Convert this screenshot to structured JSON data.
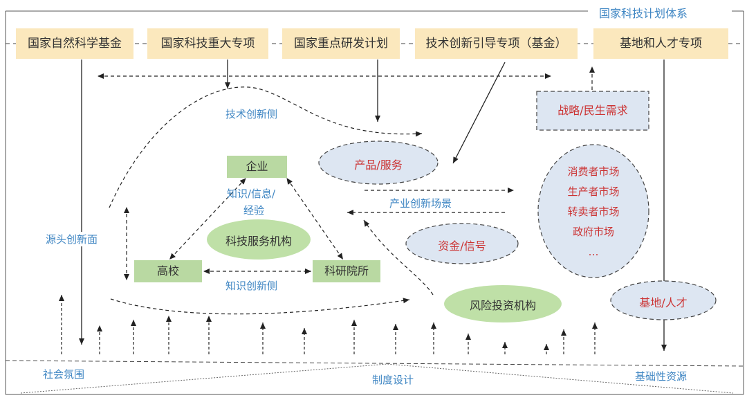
{
  "frame": {
    "title": "国家科技计划体系"
  },
  "top_programs": [
    {
      "label": "国家自然科学基金"
    },
    {
      "label": "国家科技重大专项"
    },
    {
      "label": "国家重点研发计划"
    },
    {
      "label": "技术创新引导专项（基金）"
    },
    {
      "label": "基地和人才专项"
    }
  ],
  "strategy_box": {
    "label": "战略/民生需求"
  },
  "sides": {
    "tech_innovation": "技术创新侧",
    "knowledge_innovation": "知识创新侧",
    "source_innovation": "源头创新面",
    "industry_scene": "产业创新场景"
  },
  "actors": {
    "enterprise": "企业",
    "university": "高校",
    "research_institute": "科研院所",
    "service_org": "科技服务机构",
    "vc_org": "风险投资机构"
  },
  "knowledge_flow": {
    "line1": "知识/信息/",
    "line2": "经验"
  },
  "ellipses": {
    "product_service": "产品/服务",
    "funds_signal": "资金/信号",
    "base_talent": "基地/人才"
  },
  "markets": [
    "消费者市场",
    "生产者市场",
    "转卖者市场",
    "政府市场",
    "…"
  ],
  "bottom": {
    "social": "社会氛围",
    "institution": "制度设计",
    "resources": "基础性资源"
  },
  "colors": {
    "top_box": "#fbe8bd",
    "green_box": "#b9d9a2",
    "blue_ellipse": "#dde6f2",
    "green_ellipse": "#bfe0a7",
    "label_blue": "#3f86c3",
    "label_red": "#cc3333"
  }
}
